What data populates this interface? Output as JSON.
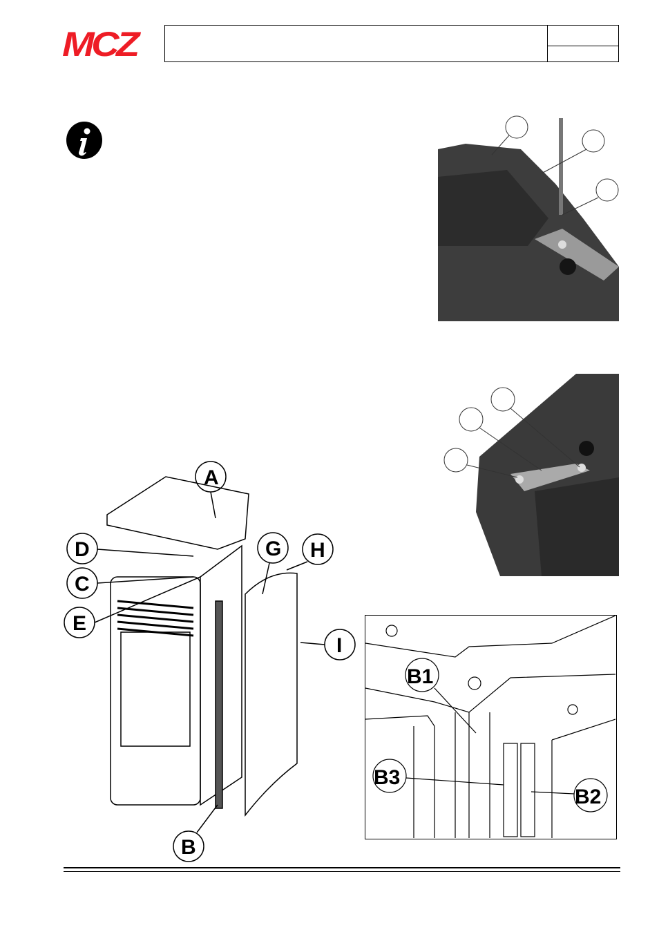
{
  "header": {
    "brand": "MCZ"
  },
  "figures": {
    "exploded": {
      "labels": {
        "a": "A",
        "b": "B",
        "c": "C",
        "d": "D",
        "e": "E",
        "g": "G",
        "h": "H",
        "i": "I"
      }
    },
    "detail": {
      "labels": {
        "b1": "B1",
        "b2": "B2",
        "b3": "B3"
      }
    }
  },
  "colors": {
    "brand": "#ee1c25"
  }
}
